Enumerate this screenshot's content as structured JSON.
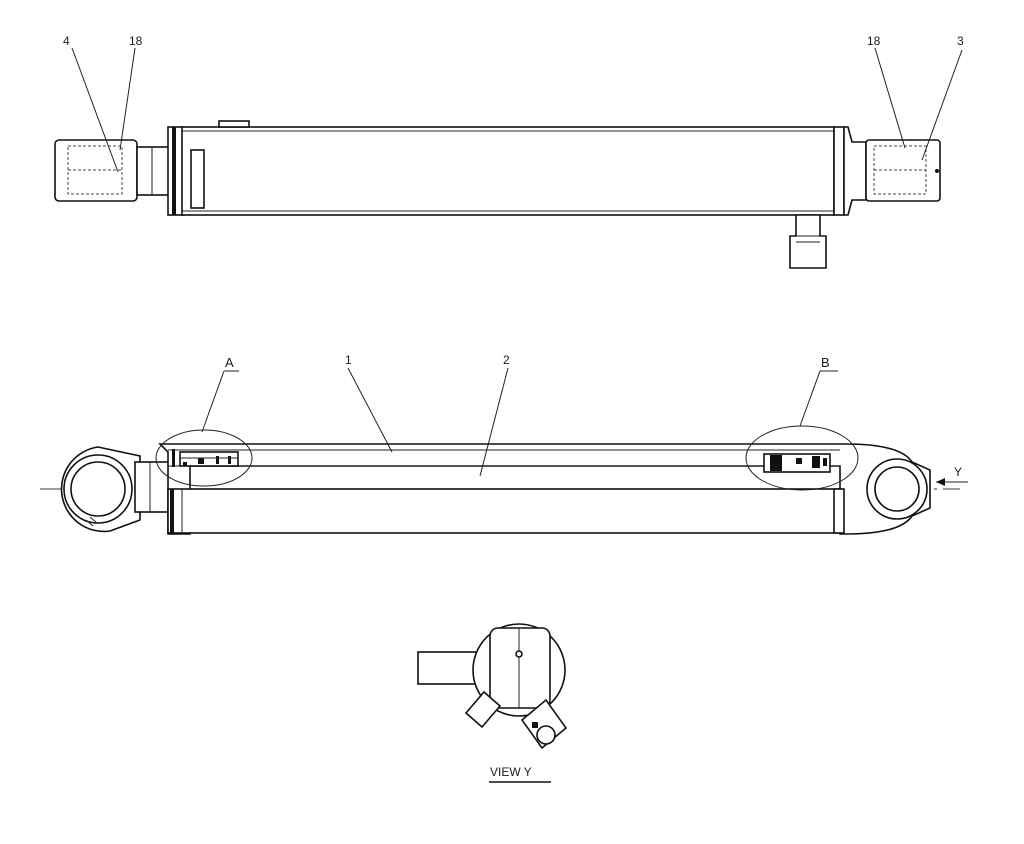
{
  "callouts": {
    "top_left_a": "4",
    "top_left_b": "18",
    "top_right_a": "18",
    "top_right_b": "3",
    "detail_a": "A",
    "part_1": "1",
    "part_2": "2",
    "detail_b": "B",
    "view_arrow": "Y"
  },
  "view_title": "VIEW  Y"
}
